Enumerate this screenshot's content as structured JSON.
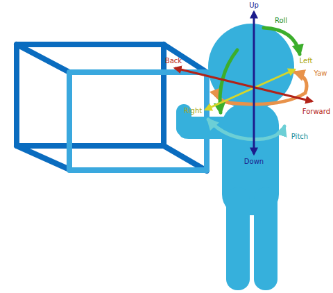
{
  "diagram": {
    "labels": [
      "Up",
      "Roll",
      "Left",
      "Back",
      "Yaw",
      "Right",
      "Forward",
      "Pitch",
      "Down"
    ]
  }
}
